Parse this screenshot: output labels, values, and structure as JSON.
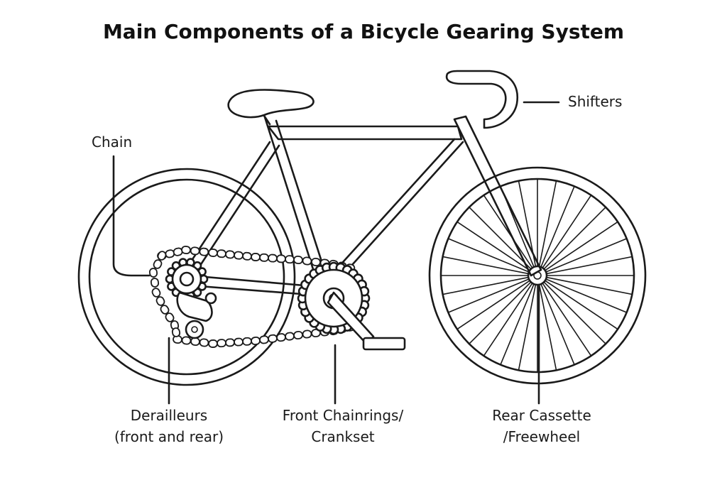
{
  "title": "Main Components of a Bicycle Gearing System",
  "labels": {
    "shifters": "Shifters",
    "chain": "Chain",
    "derailleurs_line1": "Derailleurs",
    "derailleurs_line2": "(front and rear)",
    "chainrings_line1": "Front Chainrings/",
    "chainrings_line2": "Crankset",
    "cassette_line1": "Rear Cassette",
    "cassette_line2": "/Freewheel"
  },
  "colors": {
    "line": "#1a1a1a",
    "background": "#ffffff"
  }
}
